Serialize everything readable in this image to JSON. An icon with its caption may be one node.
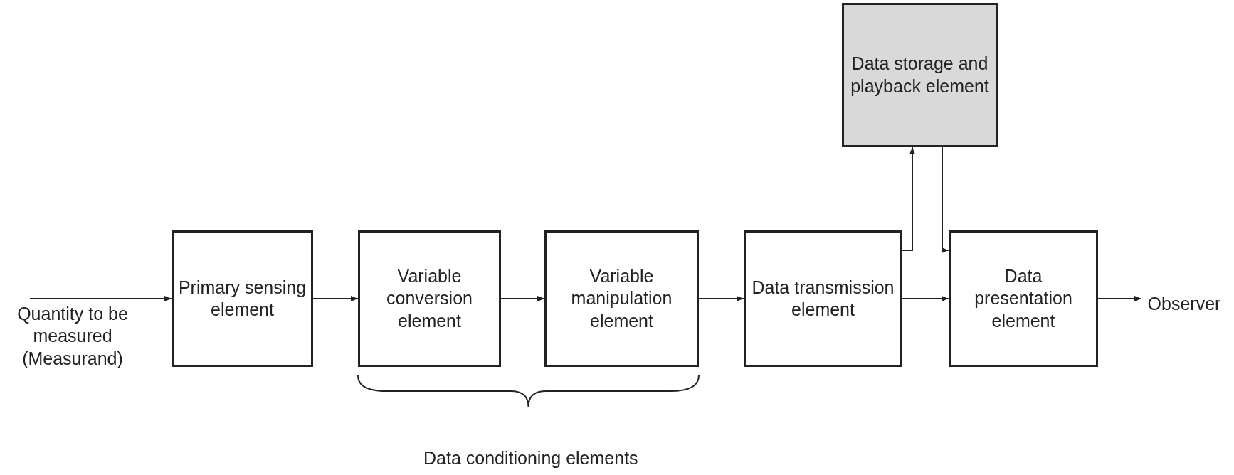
{
  "diagram": {
    "nodes": [
      {
        "text": [
          "Quantity to be measured (Measurand)"
        ]
      },
      {
        "text": [
          "Primary sensing element"
        ]
      },
      {
        "text": [
          "Variable conversion element"
        ]
      },
      {
        "text": [
          "Variable manipulation element"
        ]
      },
      {
        "text": [
          "Data transmission element"
        ]
      },
      {
        "text": [
          "Data storage and playback element"
        ]
      },
      {
        "text": [
          "Data presentation element"
        ]
      },
      {
        "text": [
          "Observer"
        ]
      }
    ],
    "edges": [
      {
        "from": 0,
        "to": 1,
        "arrow": "to"
      },
      {
        "from": 1,
        "to": 2,
        "arrow": "to"
      },
      {
        "from": 2,
        "to": 3,
        "arrow": "to"
      },
      {
        "from": 3,
        "to": 4,
        "arrow": "to"
      },
      {
        "from": 4,
        "to": 5,
        "arrow": "to"
      },
      {
        "from": 5,
        "to": 6,
        "arrow": "to"
      },
      {
        "from": 4,
        "to": 6,
        "arrow": "to"
      },
      {
        "from": 6,
        "to": 7,
        "arrow": "to"
      }
    ],
    "labels": [
      "Data conditioning elements"
    ]
  }
}
